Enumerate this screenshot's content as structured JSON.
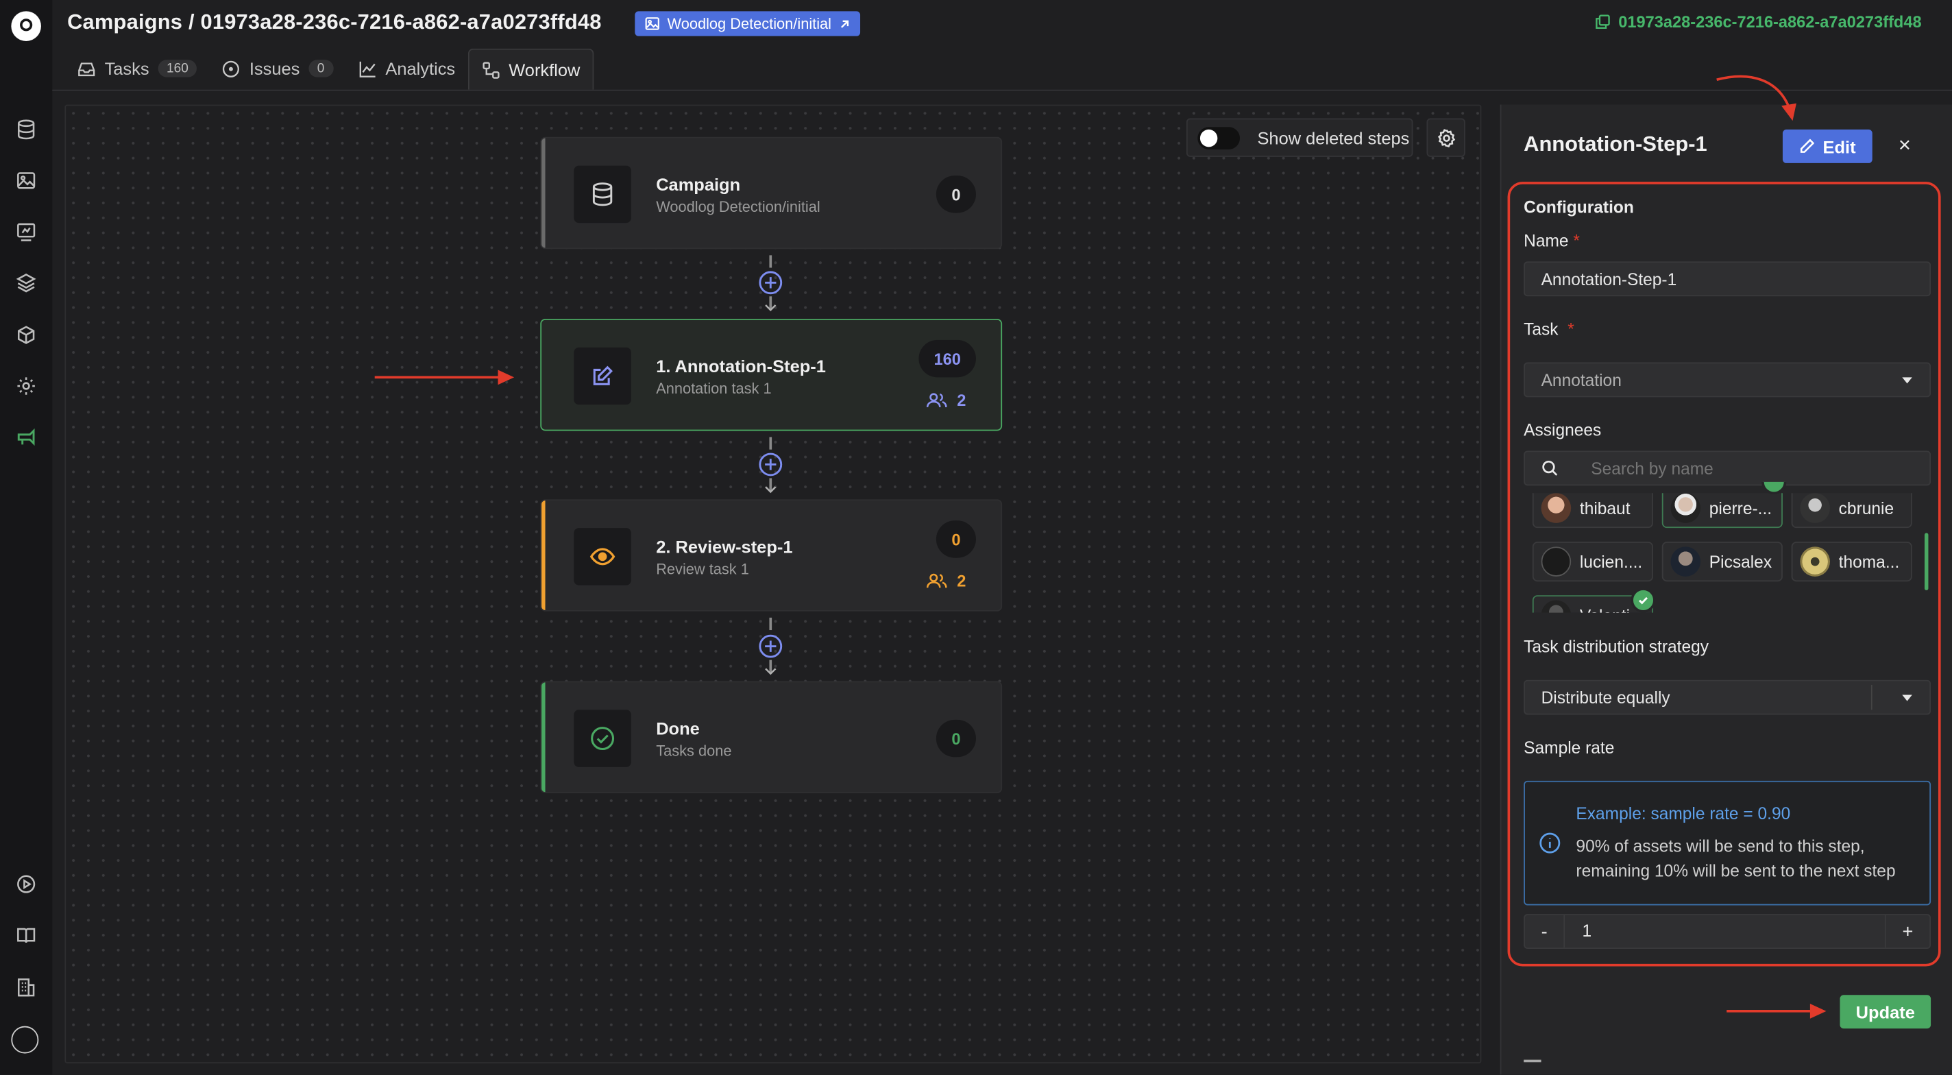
{
  "header": {
    "breadcrumb_root": "Campaigns",
    "breadcrumb_sep": "/",
    "campaign_id": "01973a28-236c-7216-a862-a7a0273ffd48",
    "dataset_badge": "Woodlog Detection/initial",
    "copy_id": "01973a28-236c-7216-a862-a7a0273ffd48"
  },
  "tabs": [
    {
      "label": "Tasks",
      "count": "160",
      "icon": "inbox-icon"
    },
    {
      "label": "Issues",
      "count": "0",
      "icon": "alert-circle-icon"
    },
    {
      "label": "Analytics",
      "icon": "line-chart-icon"
    },
    {
      "label": "Workflow",
      "icon": "workflow-icon",
      "active": true
    }
  ],
  "canvas": {
    "show_deleted_label": "Show deleted steps",
    "show_deleted_on": false
  },
  "nodes": [
    {
      "title": "Campaign",
      "subtitle": "Woodlog Detection/initial",
      "count": "0",
      "icon": "database-icon",
      "accent": "#6b6b6b"
    },
    {
      "title": "1. Annotation-Step-1",
      "subtitle": "Annotation task 1",
      "count": "160",
      "assignees": "2",
      "icon": "edit-icon",
      "accent": "#4aa862",
      "count_color": "#8b93f2"
    },
    {
      "title": "2. Review-step-1",
      "subtitle": "Review task 1",
      "count": "0",
      "assignees": "2",
      "icon": "eye-icon",
      "accent": "#f0a030",
      "count_color": "#f0a030"
    },
    {
      "title": "Done",
      "subtitle": "Tasks done",
      "count": "0",
      "icon": "check-circle-icon",
      "accent": "#4aa862",
      "count_color": "#4aa862"
    }
  ],
  "panel": {
    "title": "Annotation-Step-1",
    "edit_label": "Edit",
    "close_label": "×",
    "section_label": "Configuration",
    "name_label": "Name",
    "required_mark": "*",
    "name_value": "Annotation-Step-1",
    "task_label": "Task",
    "task_value": "Annotation",
    "assignees_label": "Assignees",
    "search_placeholder": "Search by name",
    "assignees": [
      {
        "name": "thibaut",
        "selected": false
      },
      {
        "name": "pierre-...",
        "selected": true
      },
      {
        "name": "cbrunie",
        "selected": false
      },
      {
        "name": "lucien....",
        "selected": false
      },
      {
        "name": "Picsalex",
        "selected": false
      },
      {
        "name": "thoma...",
        "selected": false
      },
      {
        "name": "Valenti...",
        "selected": true
      }
    ],
    "strategy_label": "Task distribution strategy",
    "strategy_value": "Distribute equally",
    "sample_rate_label": "Sample rate",
    "info_title": "Example: sample rate = 0.90",
    "info_line1": "90% of assets will be send to this step,",
    "info_line2": "remaining 10% will be sent to the next step",
    "sample_minus": "-",
    "sample_value": "1",
    "sample_plus": "+",
    "update_label": "Update"
  },
  "colors": {
    "accent_blue": "#4d6fdc",
    "success_green": "#4aa862",
    "annotation_red": "#e23b2b"
  }
}
